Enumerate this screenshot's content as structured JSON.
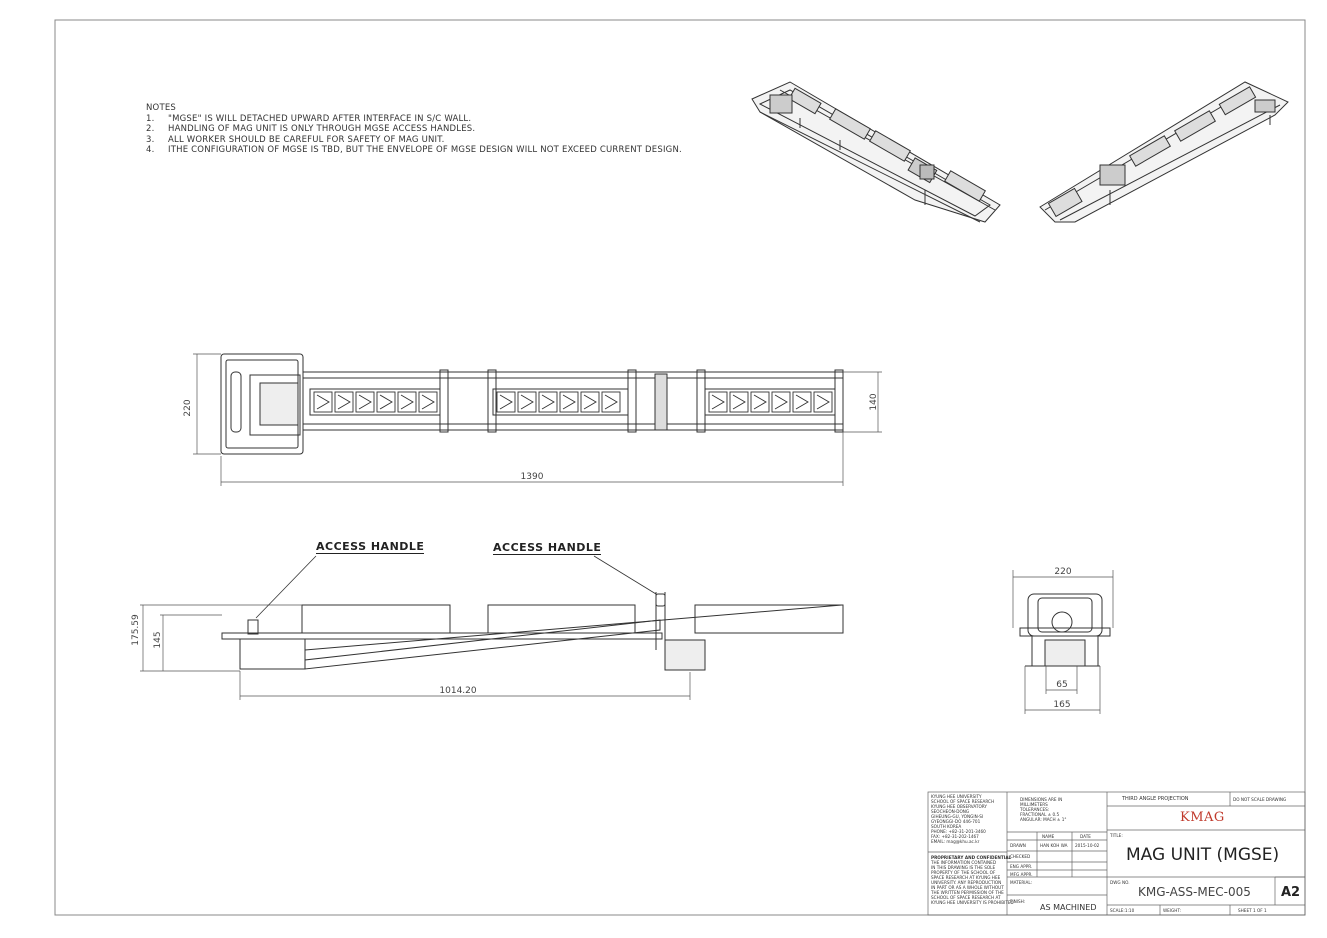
{
  "notes": {
    "heading": "NOTES",
    "items": [
      {
        "num": "1.",
        "text": "\"MGSE\" IS WILL DETACHED UPWARD AFTER INTERFACE IN S/C WALL."
      },
      {
        "num": "2.",
        "text": "HANDLING OF MAG UNIT IS ONLY THROUGH MGSE ACCESS HANDLES."
      },
      {
        "num": "3.",
        "text": "ALL WORKER SHOULD BE CAREFUL FOR SAFETY OF MAG UNIT."
      },
      {
        "num": "4.",
        "text": "ITHE CONFIGURATION OF MGSE IS TBD, BUT THE ENVELOPE OF MGSE DESIGN WILL NOT EXCEED CURRENT DESIGN."
      }
    ]
  },
  "callouts": {
    "handle_left": "ACCESS HANDLE",
    "handle_right": "ACCESS HANDLE"
  },
  "dimensions": {
    "top_height_left": "220",
    "top_height_right": "140",
    "top_length": "1390",
    "side_height_total": "175.59",
    "side_height": "145",
    "side_length": "1014.20",
    "end_width_top": "220",
    "end_width_inner": "65",
    "end_width_bottom": "165"
  },
  "title_block": {
    "projection": "THIRD ANGLE PROJECTION",
    "no_scale": "DO NOT SCALE DRAWING",
    "logo": "KMAG",
    "title_label": "TITLE:",
    "title": "MAG UNIT (MGSE)",
    "dwg_label": "DWG NO.",
    "dwg_no": "KMG-ASS-MEC-005",
    "sheet_size": "A2",
    "finish_label": "FINISH:",
    "finish": "AS MACHINED",
    "material_label": "MATERIAL:",
    "scale_label": "SCALE:1:10",
    "weight_label": "WEIGHT:",
    "sheet_label": "SHEET 1 OF 1",
    "org_lines": [
      "KYUNG HEE UNIVERSITY",
      "SCHOOL OF SPACE RESEARCH",
      "KYUNG HEE OBSERVATORY",
      "SEOCHEON-DONG",
      "GIHEUNG-GU, YONGIN-SI",
      "GYEONGGI-DO 446-701",
      "SOUTH KOREA",
      "PHONE: +82-31-201-3460",
      "FAX: +82-31-202-1467",
      "EMAIL: mag@khu.ac.kr"
    ],
    "tol_lines": [
      "DIMENSIONS ARE IN",
      "MILLIMETERS",
      "TOLERANCES:",
      "FRACTIONAL ± 0.5",
      "ANGULAR: MACH ± 1°"
    ],
    "name_header": "NAME",
    "date_header": "DATE",
    "rows": [
      "DRAWN",
      "CHECKED",
      "ENG APPR.",
      "MFG APPR."
    ],
    "drawn_name": "HAN KOH WA",
    "drawn_date": "2015-10-02",
    "proprietary_title": "PROPRIETARY AND CONFIDENTIAL",
    "proprietary_lines": [
      "THE INFORMATION CONTAINED",
      "IN THIS DRAWING IS THE SOLE",
      "PROPERTY OF THE SCHOOL OF",
      "SPACE RESEARCH AT KYUNG HEE",
      "UNIVERSITY. ANY REPRODUCTION",
      "IN PART OR AS A WHOLE WITHOUT",
      "THE WRITTEN PERMISSION OF THE",
      "SCHOOL OF SPACE RESEARCH AT",
      "KYUNG HEE UNIVERSITY IS PROHIBITED"
    ]
  }
}
